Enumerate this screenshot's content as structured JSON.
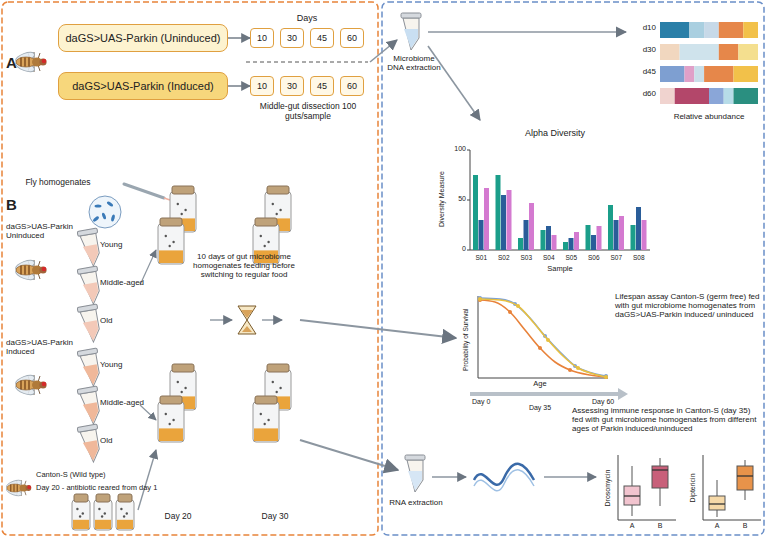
{
  "diagram": {
    "nodes": [
      {
        "text": [
          "daGS>UAS-Parkin (Uninduced)"
        ]
      },
      {
        "text": [
          "daGS>UAS-Parkin (Induced)"
        ]
      },
      {
        "text": [
          "10"
        ]
      },
      {
        "text": [
          "30"
        ]
      },
      {
        "text": [
          "45"
        ]
      },
      {
        "text": [
          "60"
        ]
      },
      {
        "text": [
          "10"
        ]
      },
      {
        "text": [
          "30"
        ]
      },
      {
        "text": [
          "45"
        ]
      },
      {
        "text": [
          "60"
        ]
      }
    ],
    "edges": [
      {
        "from": 0,
        "to": 2,
        "arrow": "to"
      },
      {
        "from": 1,
        "to": 6,
        "arrow": "to"
      }
    ],
    "labels": [
      "A",
      "Days",
      "Middle-gut dissection 100 guts/sample",
      "Microbiome DNA extraction",
      "d10",
      "d30",
      "d45",
      "d60",
      "Relative abundance",
      "Alpha Diversity",
      "Diversity Measure",
      "100",
      "50",
      "0",
      "S01",
      "S02",
      "S03",
      "S04",
      "S05",
      "S06",
      "S07",
      "S08",
      "Sample",
      "B",
      "Fly homogenates",
      "daGS>UAS-Parkin Uninduced",
      "Young",
      "Middle-aged",
      "Old",
      "daGS>UAS-Parkin Induced",
      "Young",
      "Middle-aged",
      "Old",
      "10 days of gut microbiome homogenates feeding before switching to regular food",
      "Day 20",
      "Day 30",
      "Canton-S (Wild type)",
      "Day 20 - antibiotic reared from day 1",
      "Lifespan assay Canton-S (germ free) fed with gut microbiome homogenates from daGS>UAS-Parkin induced/ uninduced",
      "Probability of Survival",
      "Day 0",
      "Age",
      "Day 35",
      "Day 60",
      "Assessing immune response in Canton-S (day 35) fed with gut microbiome homogenates from different ages of Parkin induced/uninduced",
      "RNA extraction",
      "Drosomycin",
      "Diptericin",
      "A",
      "B",
      "A",
      "B"
    ]
  }
}
